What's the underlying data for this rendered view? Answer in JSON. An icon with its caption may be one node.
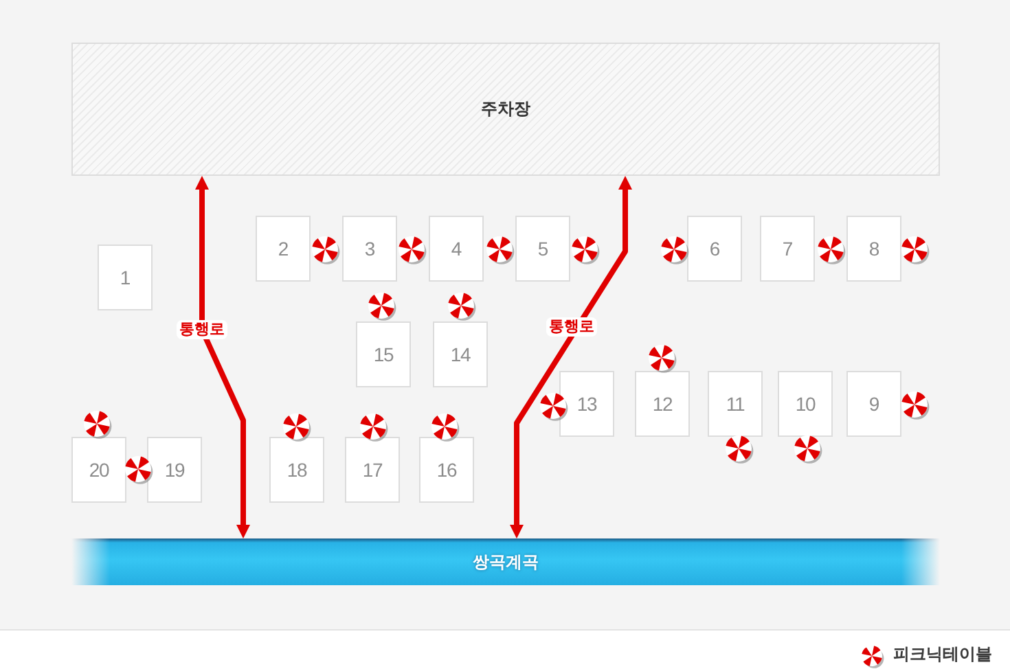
{
  "diagram": {
    "nodes": [
      {
        "text": [
          "주차장"
        ]
      },
      {
        "text": [
          "1"
        ]
      },
      {
        "text": [
          "2"
        ]
      },
      {
        "text": [
          "3"
        ]
      },
      {
        "text": [
          "4"
        ]
      },
      {
        "text": [
          "5"
        ]
      },
      {
        "text": [
          "6"
        ]
      },
      {
        "text": [
          "7"
        ]
      },
      {
        "text": [
          "8"
        ]
      },
      {
        "text": [
          "9"
        ]
      },
      {
        "text": [
          "10"
        ]
      },
      {
        "text": [
          "11"
        ]
      },
      {
        "text": [
          "12"
        ]
      },
      {
        "text": [
          "13"
        ]
      },
      {
        "text": [
          "14"
        ]
      },
      {
        "text": [
          "15"
        ]
      },
      {
        "text": [
          "16"
        ]
      },
      {
        "text": [
          "17"
        ]
      },
      {
        "text": [
          "18"
        ]
      },
      {
        "text": [
          "19"
        ]
      },
      {
        "text": [
          "20"
        ]
      },
      {
        "text": [
          "쌍곡계곡"
        ]
      }
    ],
    "edges": [
      {
        "from": 0,
        "to": 21,
        "arrow": "both",
        "label": "통행로"
      },
      {
        "from": 0,
        "to": 21,
        "arrow": "both",
        "label": "통행로"
      }
    ],
    "legend": [
      {
        "text": "피크닉테이블"
      }
    ]
  }
}
